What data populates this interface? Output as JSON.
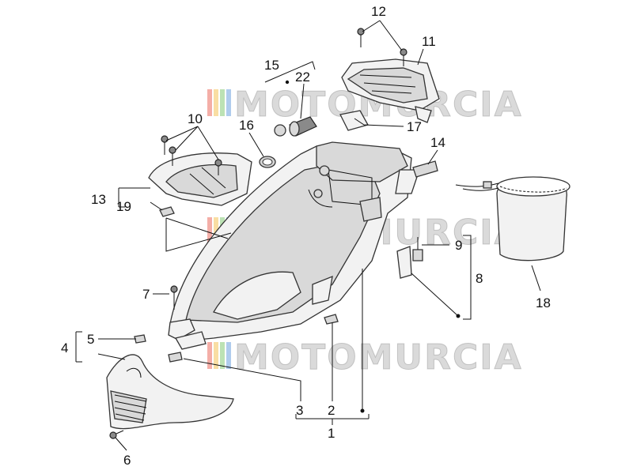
{
  "colors": {
    "line": "#111111",
    "part_fill": "#f2f2f2",
    "part_shade": "#d9d9d9",
    "watermark": "#999999",
    "watermark_stripes": [
      "#e64b3c",
      "#f2b632",
      "#6bbf59",
      "#4d8fd6"
    ]
  },
  "watermark": {
    "text": "MOTOMURCIA"
  },
  "callouts": {
    "c1": "1",
    "c2": "2",
    "c3": "3",
    "c4": "4",
    "c5": "5",
    "c6": "6",
    "c7": "7",
    "c8": "8",
    "c9": "9",
    "c10": "10",
    "c11": "11",
    "c12": "12",
    "c13": "13",
    "c14": "14",
    "c15": "15",
    "c16": "16",
    "c17": "17",
    "c18": "18",
    "c19": "19",
    "c22": "22"
  }
}
